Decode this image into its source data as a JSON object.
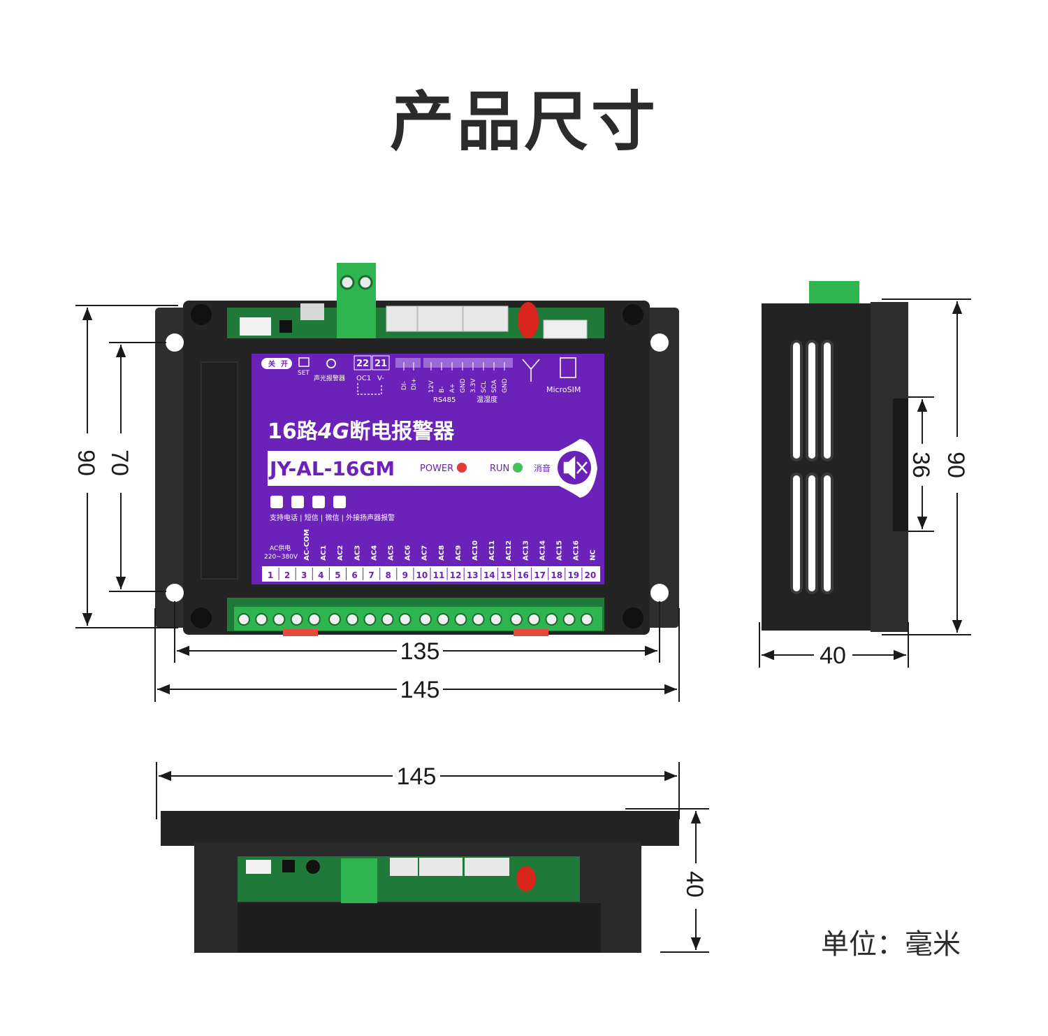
{
  "title": "产品尺寸",
  "unit_label": "单位：毫米",
  "dimensions": {
    "front_height": "90",
    "front_mount_spacing": "70",
    "front_mount_width": "135",
    "front_width": "145",
    "side_height": "90",
    "side_rail": "36",
    "side_depth": "40",
    "bottom_width": "145",
    "bottom_depth": "40"
  },
  "panel": {
    "switch_off": "关",
    "switch_on": "开",
    "set_label": "SET",
    "alarm_label": "声光报警器",
    "oc_numbers": [
      "22",
      "21"
    ],
    "oc_labels": [
      "OC1",
      "V-"
    ],
    "di_labels": [
      "DI-",
      "DI+"
    ],
    "rs485_pins": [
      "12V",
      "B-",
      "A+",
      "GND"
    ],
    "sensor_pins": [
      "3.3V",
      "SCL",
      "SDA",
      "GND"
    ],
    "rs485_label": "RS485",
    "sensor_label": "温湿度",
    "sim_label": "MicroSIM",
    "product_name_a": "16路",
    "product_name_b": "4G",
    "product_name_c": "断电报警器",
    "model": "JY-AL-16GM",
    "power_label": "POWER",
    "run_label": "RUN",
    "mute_label": "消音",
    "features": "支持电话 | 短信 | 微信 | 外接扬声器报警",
    "ac_supply_1": "AC供电",
    "ac_supply_2": "220~380V",
    "terminal_labels": [
      "AC-COM",
      "AC1",
      "AC2",
      "AC3",
      "AC4",
      "AC5",
      "AC6",
      "AC7",
      "AC8",
      "AC9",
      "AC10",
      "AC11",
      "AC12",
      "AC13",
      "AC14",
      "AC15",
      "AC16",
      "NC"
    ],
    "terminal_numbers": [
      "1",
      "2",
      "3",
      "4",
      "5",
      "6",
      "7",
      "8",
      "9",
      "10",
      "11",
      "12",
      "13",
      "14",
      "15",
      "16",
      "17",
      "18",
      "19",
      "20"
    ]
  },
  "colors": {
    "panel_purple": "#6a22b8",
    "housing": "#2a2a2a",
    "pcb_green": "#1f7a3a",
    "terminal_green": "#2fb550",
    "led_power": "#e53935",
    "led_run": "#43c15a",
    "dimension_line": "#1a1a1a"
  }
}
